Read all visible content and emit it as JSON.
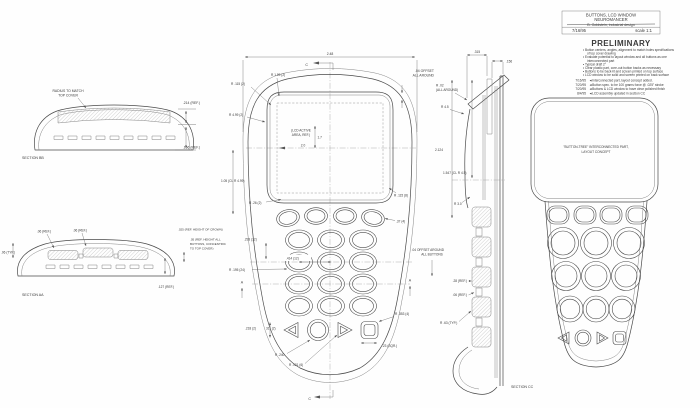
{
  "title_block": {
    "line1": "BUTTONS, LCD WINDOW",
    "line2": "NEUROMANCER",
    "line3": "B. Goldstein, industrial design",
    "date": "7/16/95",
    "scale": "scale 1:1"
  },
  "preliminary": {
    "heading": "PRELIMINARY",
    "lines": [
      "• Button centers, angles, alignment to match holes specifications",
      "of top cover drawing",
      "• Evaluate potential to layout window and all buttons as one",
      "interconnected part",
      "• Typical draft 2°",
      "• Clear plastic part, core-out button backs as necessary",
      "• Buttons to be back-lit and screen printed on top surface",
      "• LCD window to be solid and screen printed on back surface"
    ]
  },
  "revisions": [
    {
      "date": "7/16/95",
      "note": "◄Interconnected part, layout concept added."
    },
    {
      "date": "7/20/95",
      "note": "◄Button spec. to be 100 grams force @ .025\" stroke"
    },
    {
      "date": "7/20/95",
      "note": "◄Buttons & LCD window to have clear polished finish"
    },
    {
      "date": "8/4/95",
      "note": "◄LCD assembly updated in section CC"
    }
  ],
  "section_bb": {
    "note_line1": "RADIUS TO MATCH",
    "note_line2": "TOP COVER",
    "dim_crown": ".214 (REF.)",
    "dim_base": ".166 (REF.)",
    "caption": "SECTION BB"
  },
  "section_aa": {
    "dim_gap1": ".06 (REF.)",
    "dim_gap2": ".06 (REF.)",
    "dim_typ": ".06 (TYP.)",
    "note_crown": ".025 (REF. HEIGHT OF CROWN)",
    "note_btn1": ".05 (REF. HEIGHT ALL",
    "note_btn2": "BUTTONS, CONCENTRIC",
    "note_btn3": "TO TOP COVER)",
    "dim_base": ".127 (REF.)",
    "caption": "SECTION AA"
  },
  "front_view": {
    "dim_width": "2.48",
    "section_c": "C",
    "section_a": "A",
    "offset1": ".04 OFFSET",
    "offset2": "ALL AROUND",
    "r_top": "R 1.99 (2)",
    "r_corner": "R .115 (2)",
    "r_side": "R 4.99 (2)",
    "lcd1": "(LCD ACTIVE",
    "lcd2": "AREA, REF.)",
    "lcd_w": "2.0",
    "lcd_h": "1.7",
    "dim_cl": "1.05 (CL R 4.99)",
    "r_win_bottom": "R .26 (2)",
    "r_win_corner": "R .115 (8)",
    "pitch_row": ".293 (12)",
    "pitch_col": ".414 (12)",
    "r_buttons": "R .195 (24)",
    "offset_btn1": ".04 OFFSET AROUND",
    "offset_btn2": "ALL BUTTONS",
    "dim_oval": ".37 (4)",
    "r_square": "R .353 (4)",
    "dim_tri": ".218 (2)",
    "angle_tri": "31° (2)",
    "r_circle": "R .240",
    "r_tri_corner": "R .021 (6)",
    "dim_square": ".23 (SQR.)"
  },
  "side_view": {
    "dim_clip": ".315",
    "dim_stem": ".156",
    "r_edge1": "R .02",
    "r_edge2": "(ALL AROUND)",
    "r_face": "R 4.5",
    "dim_height": "2.124",
    "dim_cl": "1.547 (CL R 4.5)",
    "r_profile": "R 3.0",
    "dim_btn_h": ".28 (REF.)",
    "dim_btn_gap": ".06 (REF.)",
    "r_tail": "R .63 (TYP.)",
    "caption": "SECTION CC"
  },
  "button_tree": {
    "label1": "\"BUTTON-TREE\" INTERCONNECTED PART,",
    "label2": "LAYOUT CONCEPT"
  }
}
